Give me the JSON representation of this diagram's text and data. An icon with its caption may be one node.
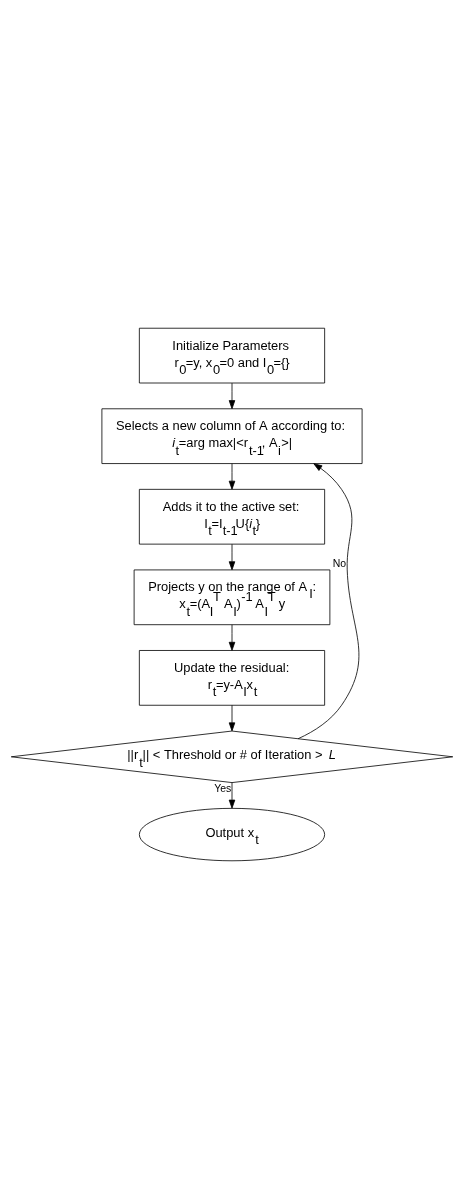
{
  "diagram": {
    "nodes": [
      {
        "text": [
          "Initialize Parameters",
          "r$_{0}$=y, x$_{0}$=0 and I$_{0}$={}"
        ]
      },
      {
        "text": [
          "Selects a new column of A according to:",
          "*i*$_{t}$=arg max|<r$_{t-1}$, A$_{i}$>|"
        ]
      },
      {
        "text": [
          "Adds it to the active set:",
          "I$_{t}$=I$_{t-1}$U{*i*$_{t}$}"
        ]
      },
      {
        "text": [
          "Projects y on the range of A$_{I}$:",
          "x$_{t}$=(A$_{I}$$^{T}$ A$_{I}$)$^{-1}$ A$_{I}$$^{T}$ y"
        ]
      },
      {
        "text": [
          "Update the residual:",
          "r$_{t}$=y-A$_{I}$x$_{t}$"
        ]
      },
      {
        "text": [
          "||r$_{t}$|| < Threshold or # of Iteration > *L*"
        ]
      },
      {
        "text": [
          "Output x$_{t}$"
        ]
      }
    ],
    "edges": [
      {
        "from": 0,
        "to": 1,
        "arrow": "to"
      },
      {
        "from": 1,
        "to": 2,
        "arrow": "to"
      },
      {
        "from": 2,
        "to": 3,
        "arrow": "to"
      },
      {
        "from": 3,
        "to": 4,
        "arrow": "to"
      },
      {
        "from": 4,
        "to": 5,
        "arrow": "to"
      },
      {
        "from": 5,
        "to": 1,
        "arrow": "to",
        "label": "No"
      },
      {
        "from": 5,
        "to": 6,
        "arrow": "to",
        "label": "Yes"
      }
    ]
  }
}
